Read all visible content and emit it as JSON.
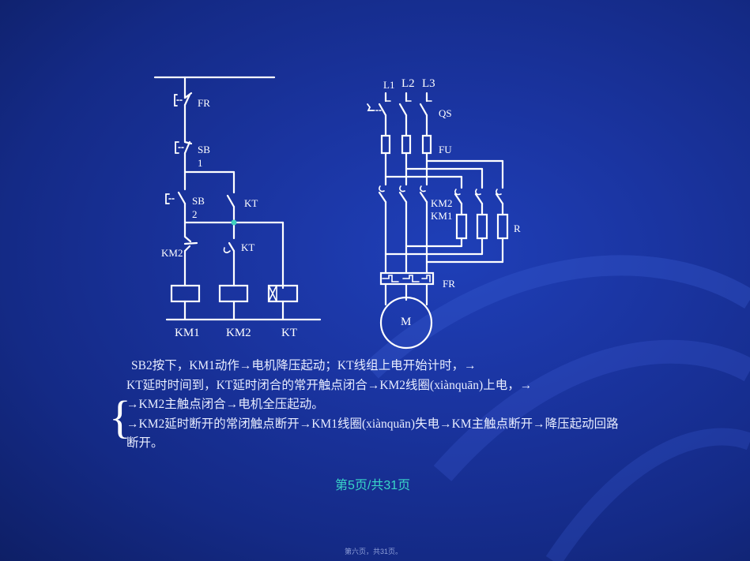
{
  "control_circuit": {
    "labels": {
      "fr": "FR",
      "sb1_a": "SB",
      "sb1_b": "1",
      "sb2_a": "SB",
      "sb2_b": "2",
      "kt_contact_top": "KT",
      "kt_contact_mid": "KT",
      "km2_contact": "KM2",
      "coil_km1": "KM1",
      "coil_km2": "KM2",
      "coil_kt": "KT"
    }
  },
  "main_circuit": {
    "labels": {
      "l1": "L1",
      "l2": "L2",
      "l3": "L3",
      "qs": "QS",
      "fu": "FU",
      "km2": "KM2",
      "km1": "KM1",
      "r": "R",
      "fr": "FR",
      "motor": "M"
    }
  },
  "description": {
    "lines": [
      "SB2按下，KM1动作→电机降压起动；KT线组上电开始计时，→",
      "KT延时时间到，KT延时闭合的常开触点闭合→KM2线圈(xiànquān)上电，→",
      "→KM2主触点闭合→电机全压起动。",
      "→KM2延时断开的常闭触点断开→KM1线圈(xiànquān)失电→KM主触点断开→降压起动回路",
      "断开。"
    ],
    "brace": "{"
  },
  "page_number": "第5页/共31页",
  "footer_note": "第六页，共31页。",
  "colors": {
    "background": "#1a34a0",
    "line": "#ffffff",
    "page_number": "#39d6c8",
    "junction": "#3fd0c0"
  }
}
